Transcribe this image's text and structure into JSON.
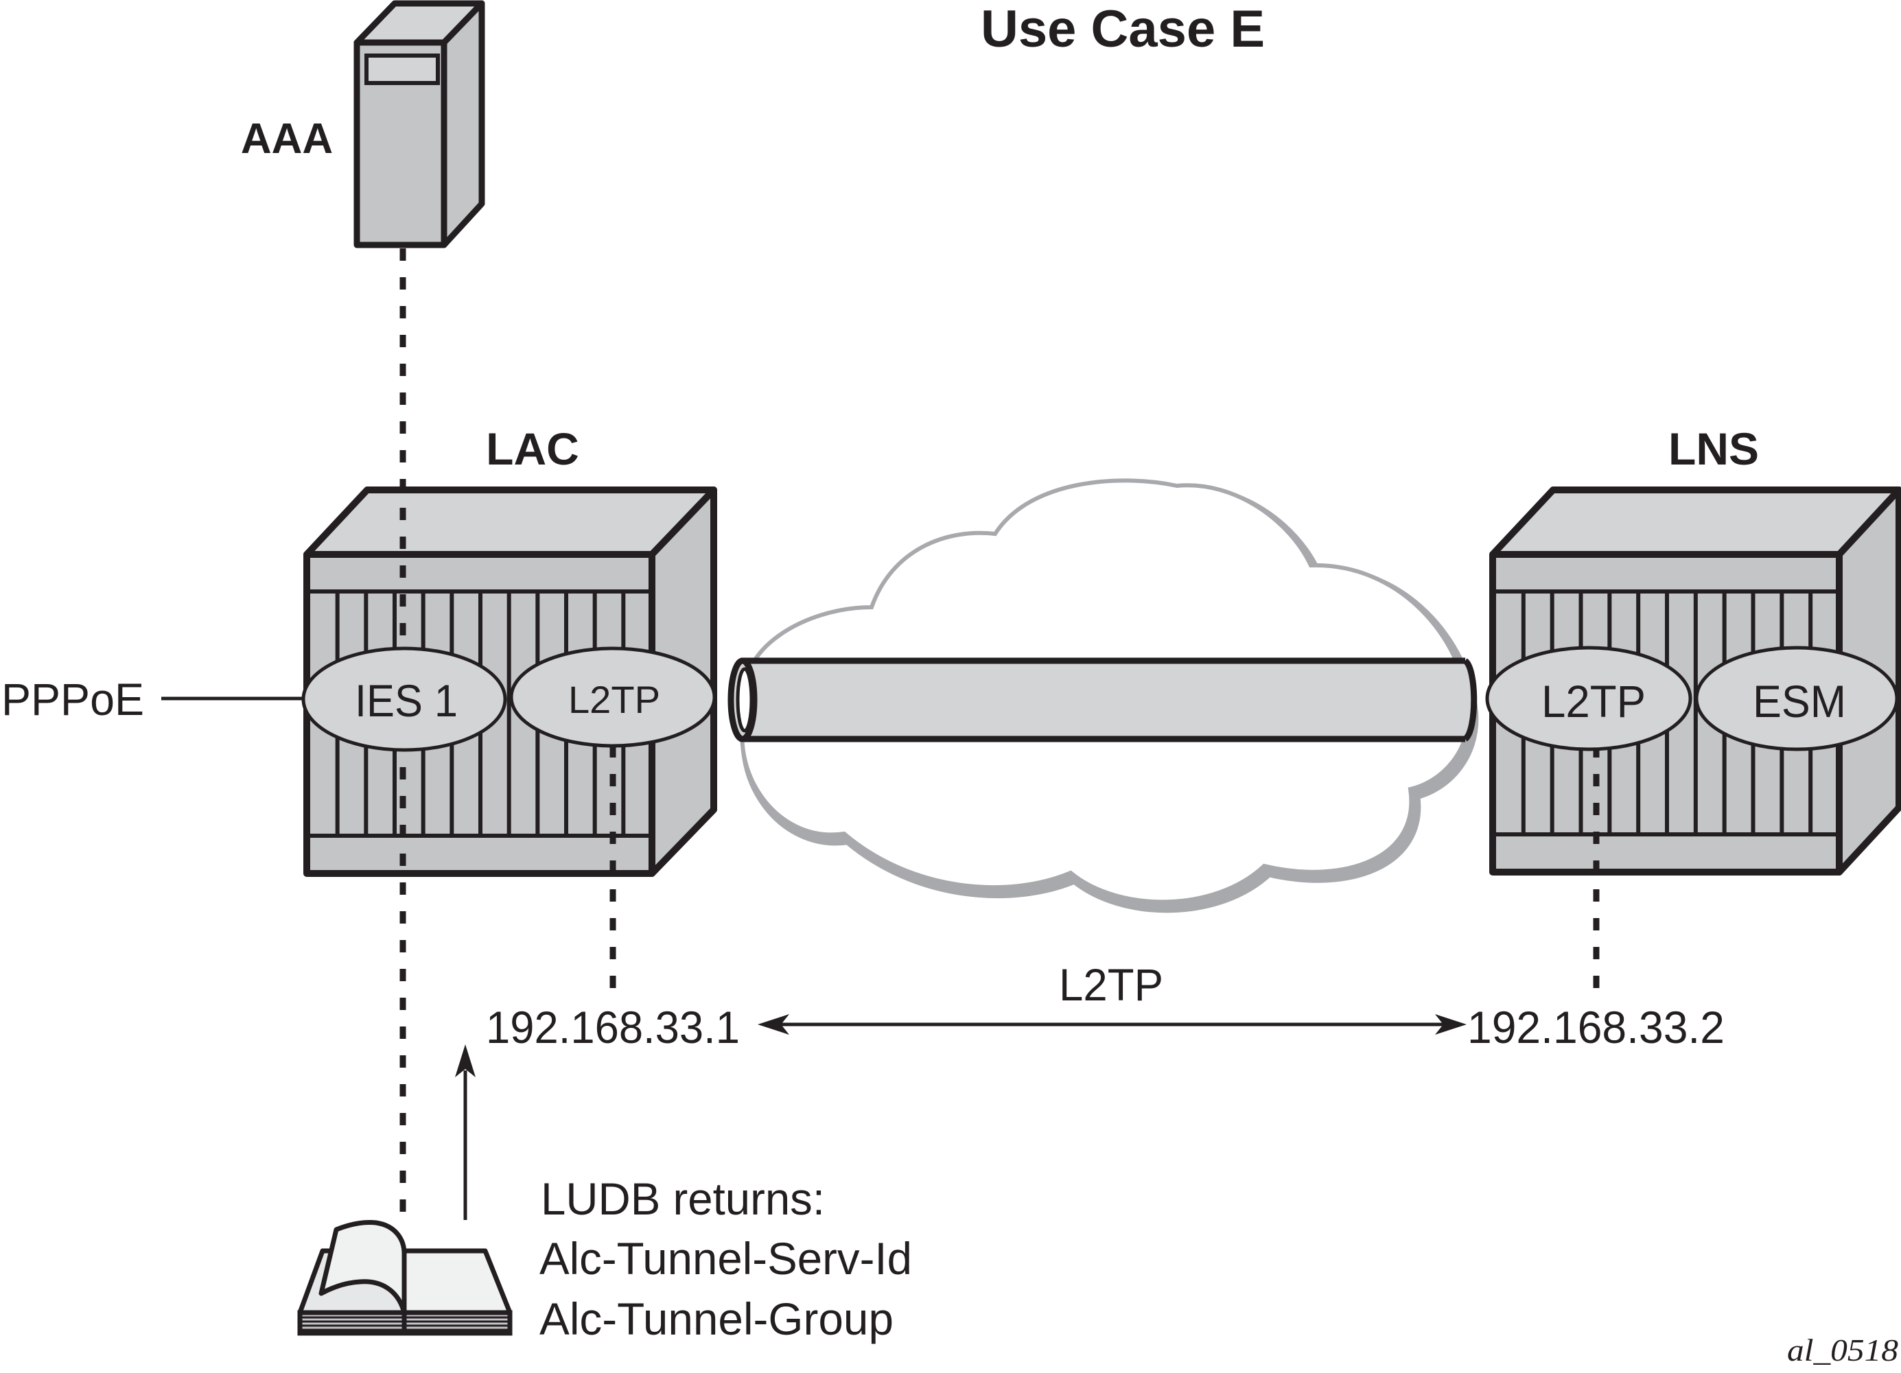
{
  "title": "Use Case E",
  "nodes": {
    "aaa": {
      "label": "AAA",
      "type": "server"
    },
    "lac": {
      "label": "LAC",
      "type": "router-chassis",
      "services": [
        {
          "label": "IES 1"
        },
        {
          "label": "L2TP"
        }
      ]
    },
    "lns": {
      "label": "LNS",
      "type": "router-chassis",
      "services": [
        {
          "label": "L2TP"
        },
        {
          "label": "ESM"
        }
      ]
    },
    "ludb": {
      "type": "book",
      "icon": "book-icon"
    },
    "network": {
      "type": "cloud",
      "icon": "cloud-icon"
    }
  },
  "links": {
    "access": {
      "label": "PPPoE"
    },
    "tunnel": {
      "label": "L2TP",
      "endpoint_left": "192.168.33.1",
      "endpoint_right": "192.168.33.2"
    }
  },
  "ludb_note": {
    "heading": "LUDB returns:",
    "attributes": [
      "Alc-Tunnel-Serv-Id",
      "Alc-Tunnel-Group"
    ]
  },
  "figure_ref": "al_0518",
  "colors": {
    "stroke": "#231f20",
    "face_front": "#c4c5c7",
    "face_top": "#d3d4d6",
    "ellipse_fill": "#d3d4d6",
    "cloud_stroke": "#a7a9ac",
    "book_page": "#f0f1f1"
  }
}
